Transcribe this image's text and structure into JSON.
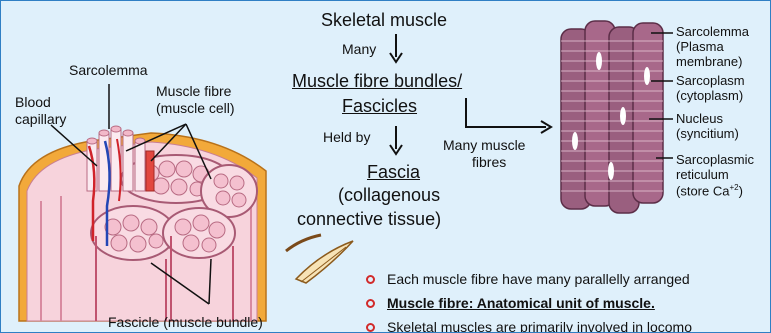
{
  "left_diagram": {
    "sarcolemma": "Sarcolemma",
    "muscle_fibre_line1": "Muscle fibre",
    "muscle_fibre_line2": "(muscle cell)",
    "blood_line1": "Blood",
    "blood_line2": "capillary",
    "fascicle": "Fascicle (muscle bundle)"
  },
  "flow": {
    "skeletal_muscle": "Skeletal muscle",
    "many": "Many",
    "bundles": "Muscle fibre bundles/",
    "fascicles": "Fascicles",
    "held_by": "Held by",
    "fascia": "Fascia",
    "collagenous": "(collagenous",
    "connective": "connective tissue)",
    "many_muscle_line1": "Many muscle",
    "many_muscle_line2": "fibres"
  },
  "right_diagram": {
    "sarcolemma_line1": "Sarcolemma",
    "sarcolemma_line2": "(Plasma",
    "sarcolemma_line3": "membrane)",
    "sarcoplasm_line1": "Sarcoplasm",
    "sarcoplasm_line2": "(cytoplasm)",
    "nucleus_line1": "Nucleus",
    "nucleus_line2": "(syncitium)",
    "reticulum_line1": "Sarcoplasmic",
    "reticulum_line2": "reticulum",
    "reticulum_line3": "(store Ca",
    "reticulum_sup": "+2",
    "reticulum_close": ")"
  },
  "notes": [
    "Each muscle fibre have many parallelly arranged",
    "Muscle fibre: Anatomical unit of muscle.",
    "Skeletal muscles are primarily involved in locomo"
  ],
  "colors": {
    "background": "#dff0fb",
    "border": "#2f7fc4",
    "bullet": "#d12a2a",
    "muscle_fibre": "#9a5f7f",
    "fascicle_pink": "#f4c8d4",
    "orange_fat": "#f2a93a"
  }
}
